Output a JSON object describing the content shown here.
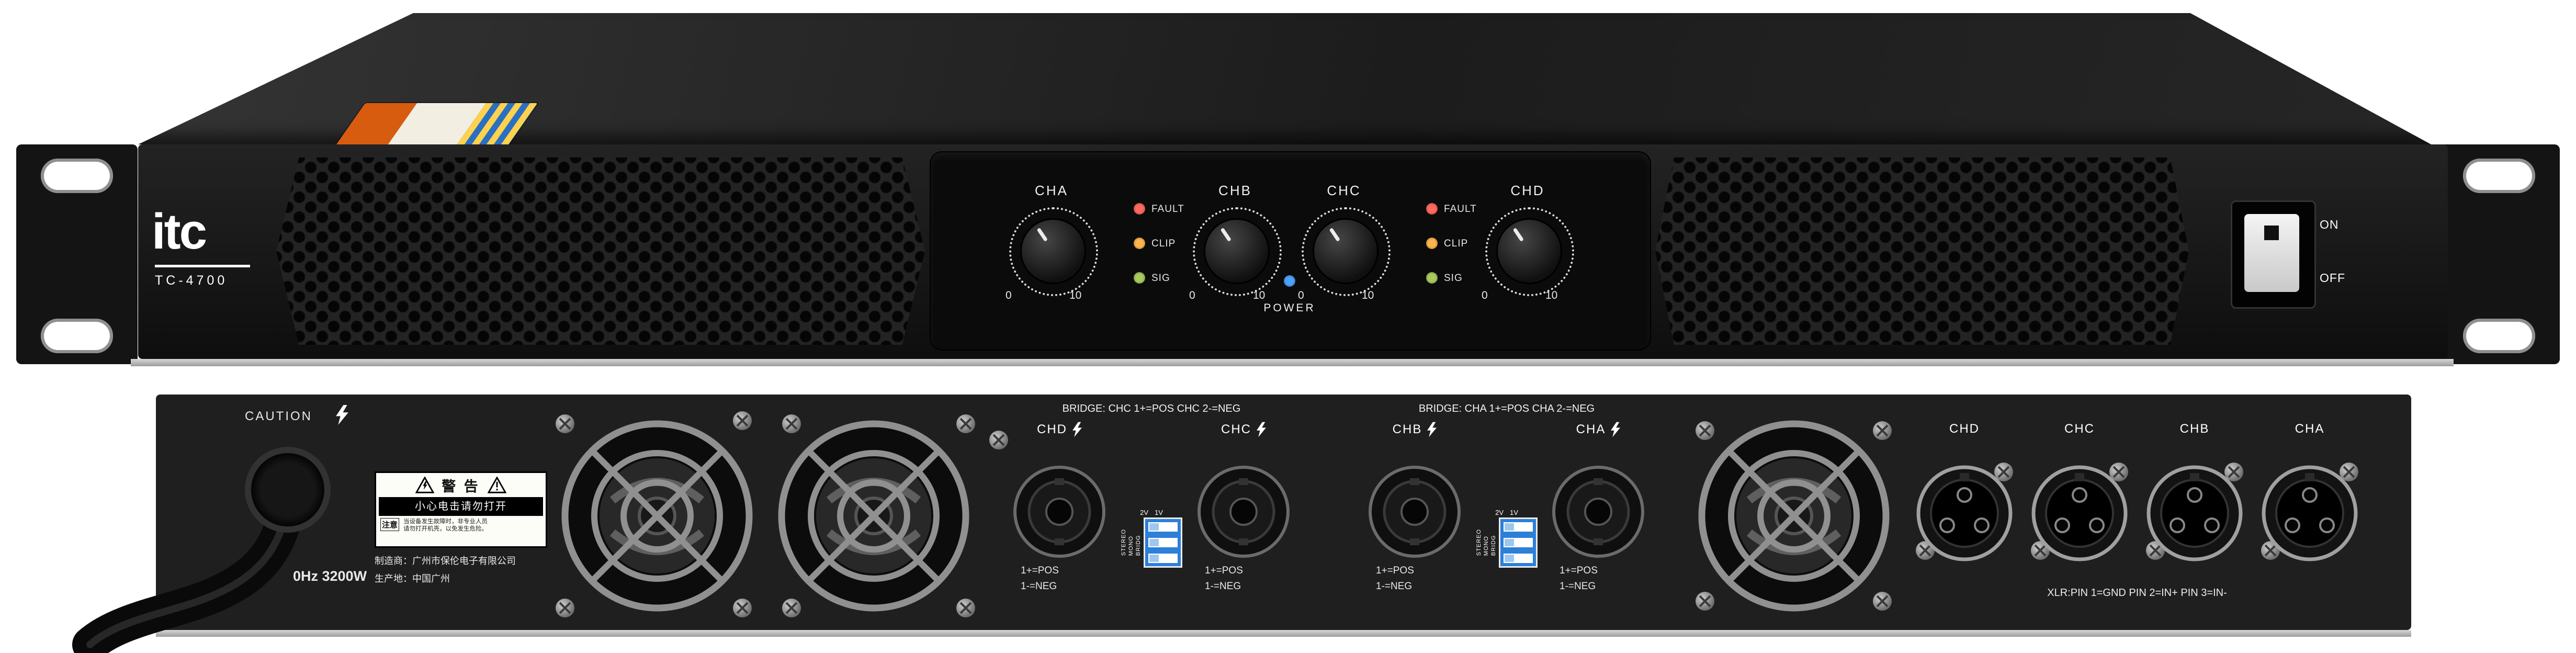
{
  "front": {
    "brand": "itc",
    "model": "TC-4700",
    "channels": [
      "CHA",
      "CHB",
      "CHC",
      "CHD"
    ],
    "knob_min": "0",
    "knob_max": "10",
    "led_fault": "FAULT",
    "led_clip": "CLIP",
    "led_sig": "SIG",
    "power_label": "POWER",
    "switch_on": "ON",
    "switch_off": "OFF"
  },
  "rear": {
    "caution": "CAUTION",
    "warning_title": "警 告",
    "warning_subtitle": "小心电击请勿打开",
    "warning_note_label": "注意",
    "warning_note_line1": "当设备发生故障时，非专业人员",
    "warning_note_line2": "请勿打开机壳，以免发生危险。",
    "power_text": "0Hz 3200W",
    "maker_line1": "制造商：广州市保伦电子有限公司",
    "maker_line2": "生产地：中国广州",
    "bridge_label_1": "BRIDGE: CHC 1+=POS  CHC 2-=NEG",
    "bridge_label_2": "BRIDGE: CHA 1+=POS  CHA 2-=NEG",
    "speakon_channels": [
      "CHD",
      "CHC",
      "CHB",
      "CHA"
    ],
    "pos_label": "1+=POS",
    "neg_label": "1-=NEG",
    "dip_2v": "2V",
    "dip_1v": "1V",
    "dip_bridg": "BRIDG",
    "dip_mono": "MONO",
    "dip_stereo": "STEREO",
    "xlr_channels": [
      "CHD",
      "CHC",
      "CHB",
      "CHA"
    ],
    "xlr_note": "XLR:PIN 1=GND PIN 2=IN+ PIN 3=IN-"
  },
  "colors": {
    "led_fault": "#ff6a5e",
    "led_clip": "#ffb54d",
    "led_sig": "#a9cb5d",
    "led_power": "#4da3ff",
    "dip_switch": "#2d7fd8",
    "chassis": "#1f1f1f"
  }
}
